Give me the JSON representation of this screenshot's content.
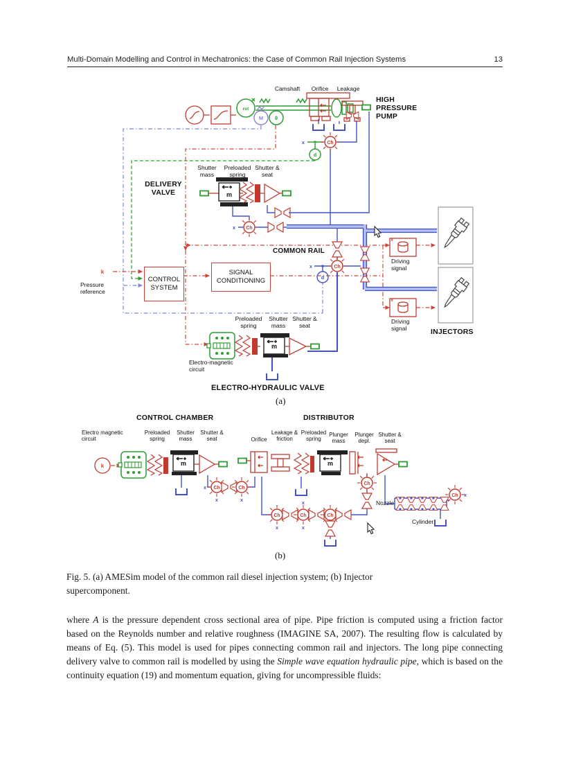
{
  "header": {
    "title": "Multi-Domain Modelling and Control in Mechatronics: the Case of Common Rail Injection Systems",
    "page_number": "13"
  },
  "figure_a": {
    "camshaft": "Camshaft",
    "orifice": "Orifice",
    "leakage": "Leakage",
    "pump": "HIGH PRESSURE PUMP",
    "delivery_valve": "DELIVERY VALVE",
    "shutter_mass": "Shutter mass",
    "preloaded_spring": "Preloaded spring",
    "shutter_seat": "Shutter & seat",
    "common_rail": "COMMON RAIL",
    "control_system": "CONTROL SYSTEM",
    "signal_conditioning": "SIGNAL CONDITIONING",
    "pressure_reference": "Pressure reference",
    "driving_signal": "Driving signal",
    "injectors": "INJECTORS",
    "ehv_preloaded_spring": "Preloaded spring",
    "ehv_shutter_mass": "Shutter mass",
    "ehv_shutter_seat": "Shutter & seat",
    "electro_magnetic_circuit": "Electro-magnetic circuit",
    "ehv_title": "ELECTRO-HYDRAULIC VALVE",
    "tag": "(a)"
  },
  "figure_b": {
    "control_chamber": "CONTROL CHAMBER",
    "distributor": "DISTRIBUTOR",
    "electro_magnetic_circuit": "Electro magnetic circuit",
    "preloaded_spring": "Preloaded spring",
    "shutter_mass": "Shutter mass",
    "shutter_seat": "Shutter & seat",
    "orifice": "Orifice",
    "leakage_friction": "Leakage & friction",
    "preloaded_spring2": "Preloaded spring",
    "plunger_mass": "Plunger mass",
    "plunger_depl": "Plunger depl.",
    "shutter_seat2": "Shutter & seat",
    "nozzle": "Nozzle",
    "cylinder": "Cylinder",
    "tag": "(b)"
  },
  "glyphs": {
    "ch": "Ch",
    "m": "m",
    "k": "k",
    "d": "d",
    "motor": "M",
    "theta": "θ",
    "rot": "rot",
    "x": "x"
  },
  "caption": {
    "line1": "Fig. 5. (a) AMESim model of the common rail diesel injection system; (b) Injector",
    "line2": "supercomponent."
  },
  "body": {
    "p_before": "where ",
    "p_italic_a": "A",
    "p_mid": " is the pressure dependent cross sectional area of pipe. Pipe friction is computed using a friction factor based on the Reynolds number and relative roughness (IMAGINE SA, 2007). The resulting flow is calculated by means of Eq. (5). This model is used for pipes connecting common rail and injectors. The long pipe connecting delivery valve to common rail is modelled by using the ",
    "p_italic_pipe": "Simple wave equation hydraulic pipe",
    "p_after": ", which is based on the continuity equation (19) and momentum equation, giving for uncompressible fluids:"
  }
}
